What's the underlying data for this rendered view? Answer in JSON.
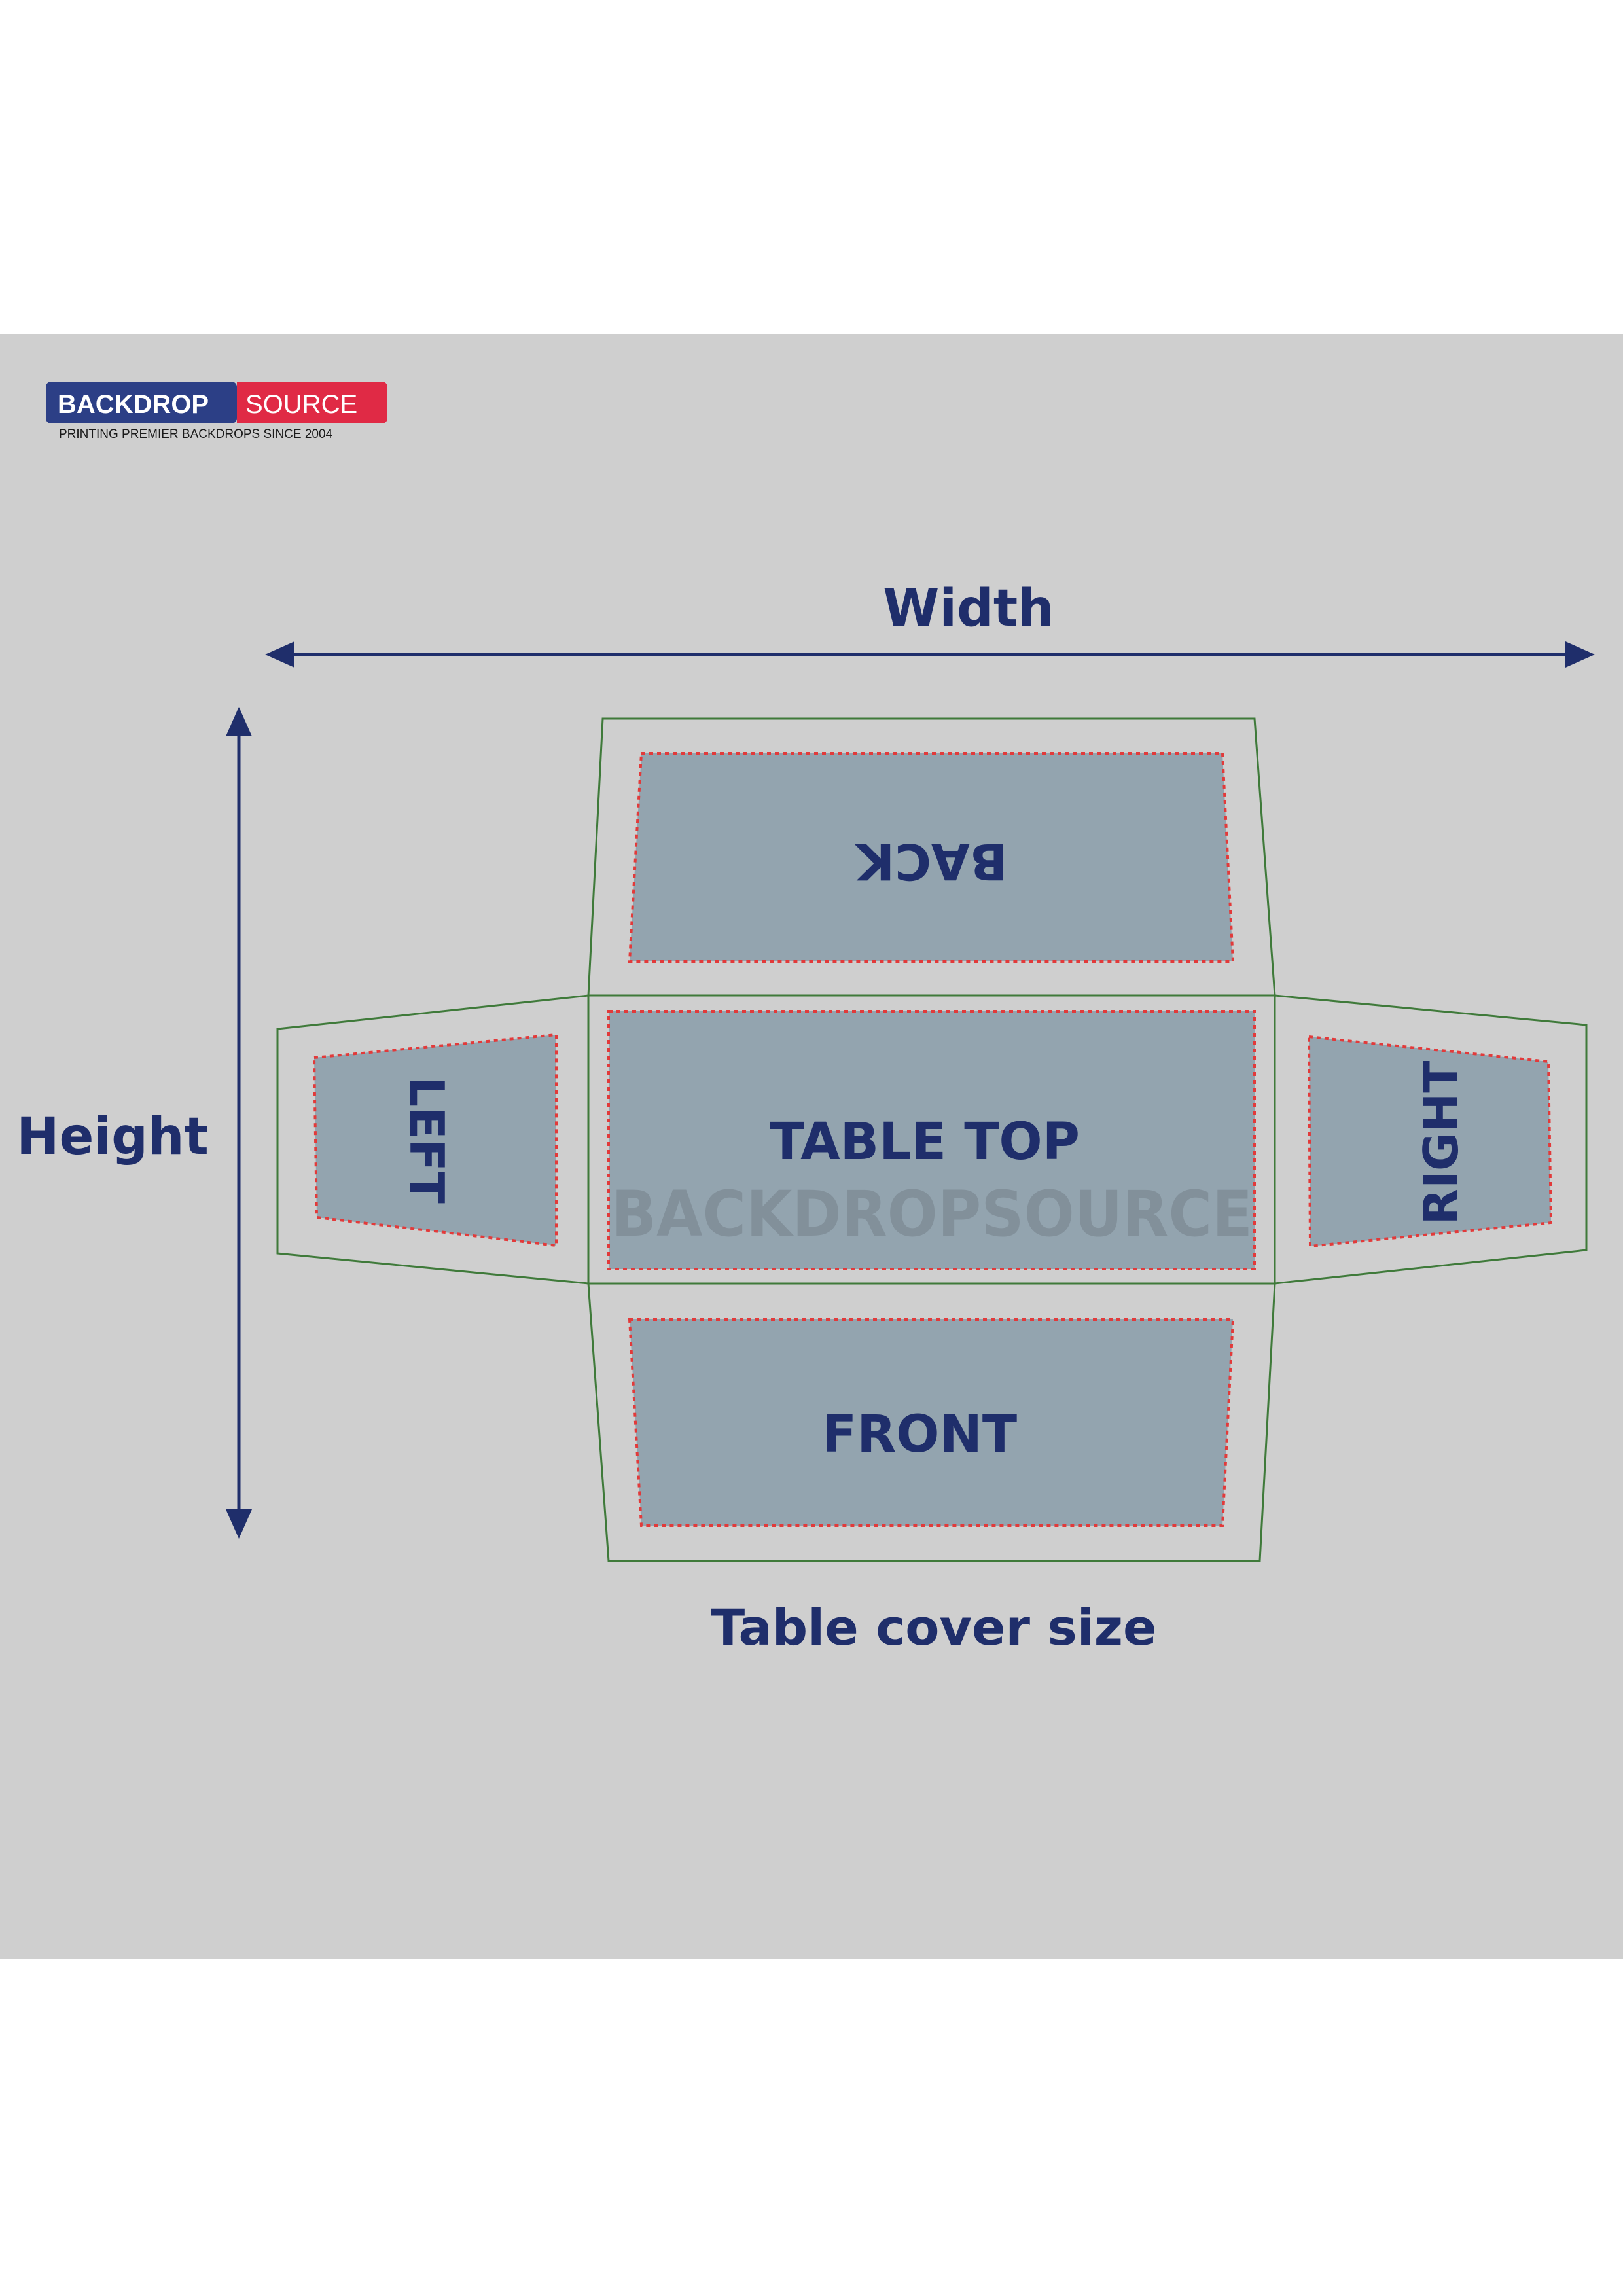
{
  "logo": {
    "brand_part1": "BACKDROP",
    "brand_part2": "SOURCE",
    "tagline": "PRINTING PREMIER BACKDROPS SINCE 2004"
  },
  "dimensions": {
    "width_label": "Width",
    "height_label": "Height"
  },
  "panels": {
    "back": "BACK",
    "left": "LEFT",
    "table_top": "TABLE TOP",
    "right": "RIGHT",
    "front": "FRONT"
  },
  "watermark": "BACKDROPSOURCE",
  "caption": "Table cover size",
  "colors": {
    "page_background": "#ffffff",
    "panel_background": "#cfcfcf",
    "print_area": "#93a4af",
    "outline": "#3f7a3a",
    "bleed_line": "#e23a3a",
    "text_navy": "#1f2e6b",
    "logo_blue": "#2c3f86",
    "logo_red": "#e02a45"
  }
}
